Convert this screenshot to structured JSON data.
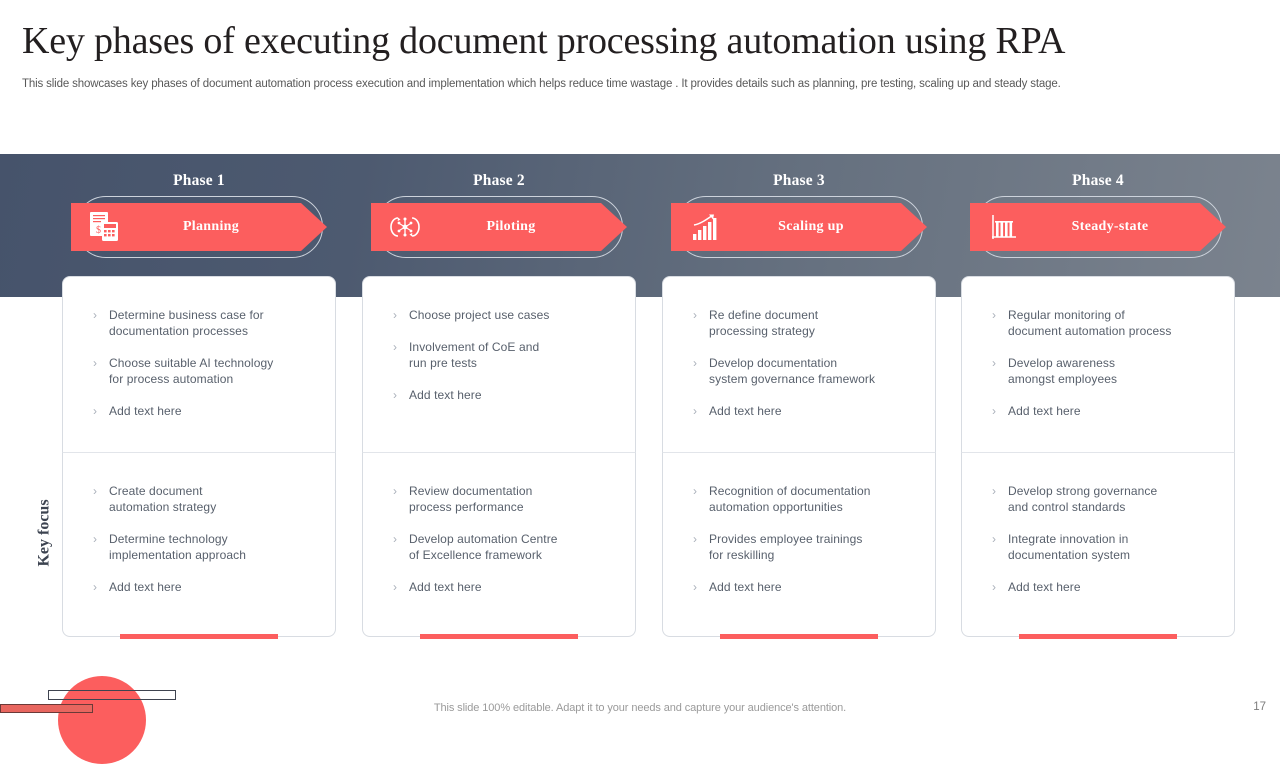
{
  "slide": {
    "title": "Key phases of executing document processing automation using RPA",
    "subtitle": "This slide showcases key phases of document automation process execution and implementation which helps reduce time wastage . It provides details such as planning, pre testing, scaling up and steady stage.",
    "side_label": "Key focus",
    "footer_note": "This slide 100% editable. Adapt it to your needs and capture your audience's attention.",
    "page_number": "17"
  },
  "colors": {
    "accent_red": "#fc5e5e",
    "banner_dark": "#46536b",
    "banner_light": "#7b838e",
    "body_text": "#58606c",
    "bullet_mark": "#aab0ba"
  },
  "bullet_marker": "›",
  "columns": [
    {
      "phase_label": "Phase 1",
      "ribbon_label": "Planning",
      "icon": "invoice-calculator-icon",
      "top_card": [
        "Determine  business case for\ndocumentation  processes",
        "Choose  suitable  AI technology\nfor  process  automation",
        "Add text here"
      ],
      "bottom_card": [
        "Create  document\nautomation  strategy",
        "Determine  technology\nimplementation  approach",
        "Add text here"
      ]
    },
    {
      "phase_label": "Phase 2",
      "ribbon_label": "Piloting",
      "icon": "network-cycle-icon",
      "top_card": [
        "Choose  project  use cases",
        "Involvement   of CoE and\nrun  pre tests",
        "Add text here"
      ],
      "bottom_card": [
        "Review  documentation\nprocess  performance",
        "Develop  automation Centre\nof Excellence framework",
        "Add text here"
      ]
    },
    {
      "phase_label": "Phase 3",
      "ribbon_label": "Scaling  up",
      "icon": "growth-bar-chart-icon",
      "top_card": [
        "Re  define  document\nprocessing  strategy",
        "Develop  documentation\nsystem governance  framework",
        "Add text here"
      ],
      "bottom_card": [
        "Recognition  of documentation\nautomation  opportunities",
        "Provides  employee trainings\nfor  reskilling",
        "Add text here"
      ]
    },
    {
      "phase_label": "Phase 4",
      "ribbon_label": "Steady-state",
      "icon": "flat-bar-chart-icon",
      "top_card": [
        "Regular  monitoring  of\ndocument  automation  process",
        "Develop  awareness\namongst employees",
        "Add text here"
      ],
      "bottom_card": [
        "Develop  strong governance\nand  control standards",
        "Integrate  innovation  in\ndocumentation  system",
        "Add text here"
      ]
    }
  ]
}
